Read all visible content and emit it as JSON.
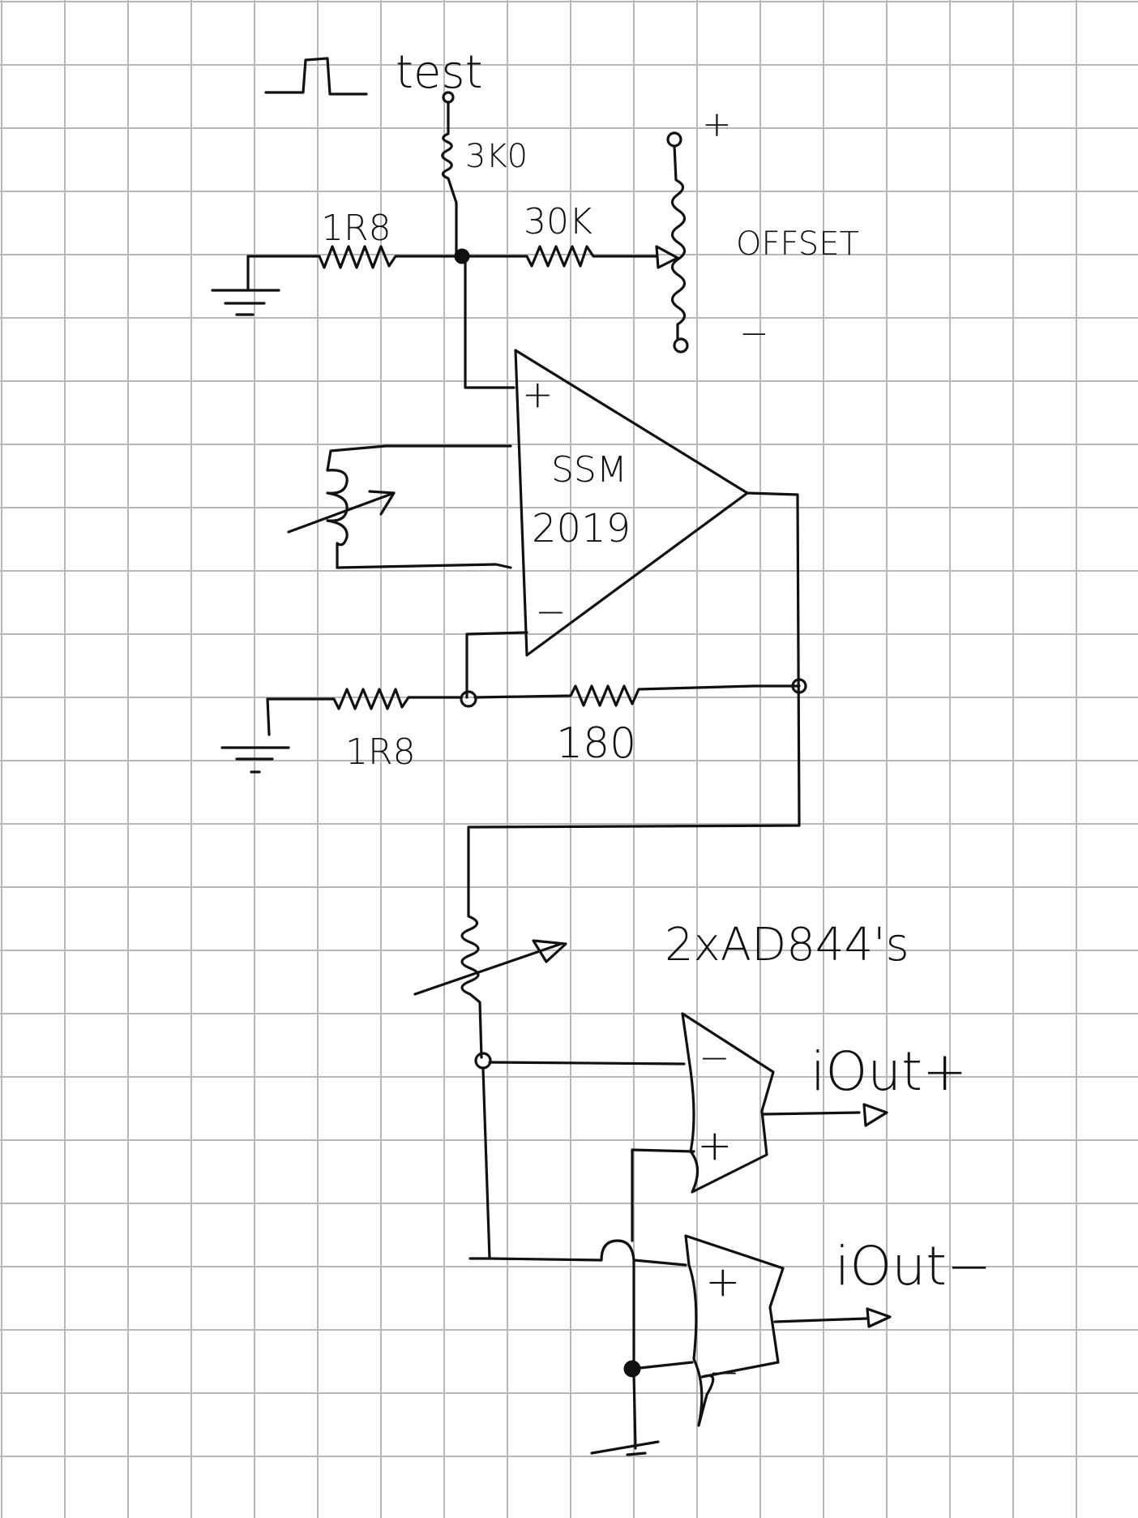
{
  "diagram": {
    "labels": {
      "test": "test",
      "r_test": "3K0",
      "r_in_top": "1R8",
      "r_offset": "30K",
      "offset": "OFFSET",
      "pot_plus": "+",
      "pot_minus": "−",
      "opamp_pin_plus": "+",
      "opamp_pin_minus": "−",
      "chip_line1": "SSM",
      "chip_line2": "2019",
      "r_gnd_bottom": "1R8",
      "r_feedback": "180",
      "buffer_note": "2xAD844's",
      "buf1_minus": "−",
      "buf1_plus": "+",
      "buf2_plus": "+",
      "buf2_minus": "−",
      "iout_plus": "iOut+",
      "iout_minus": "iOut−"
    },
    "colors": {
      "paper": "#ffffff",
      "grid": "#b8b8b8",
      "ink": "#111111"
    }
  }
}
